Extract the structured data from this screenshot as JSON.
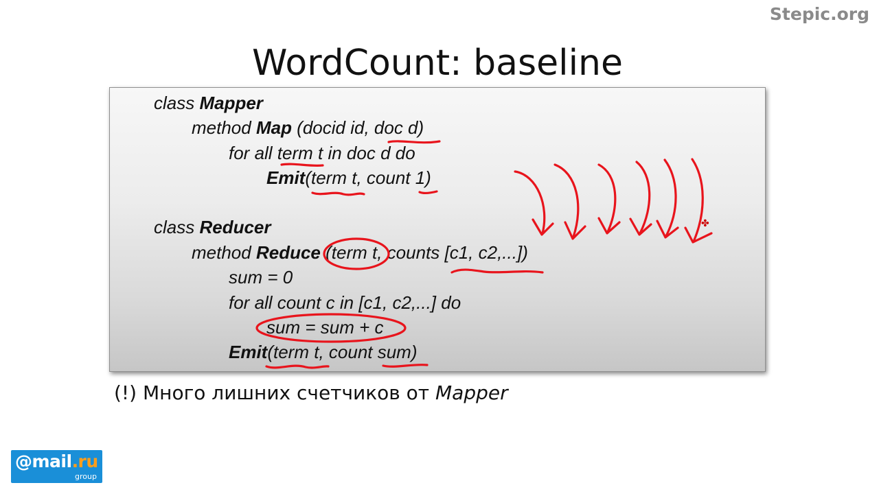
{
  "watermark": "Stepic.org",
  "title": "WordCount: baseline",
  "code": {
    "mapper": {
      "class_prefix": "class ",
      "class_name": "Mapper",
      "method_prefix": "method ",
      "method_name": "Map",
      "method_args": " (docid id, doc d)",
      "loop": "for all term t in doc d do",
      "emit_name": "Emit",
      "emit_args": "(term t, count 1)"
    },
    "reducer": {
      "class_prefix": "class ",
      "class_name": "Reducer",
      "method_prefix": "method ",
      "method_name": "Reduce",
      "method_args": " (term t, counts [c1, c2,...])",
      "init": "sum = 0",
      "loop": "for all count c in [c1, c2,...] do",
      "body": "sum = sum + c",
      "emit_name": "Emit",
      "emit_args": "(term t, count sum)"
    }
  },
  "note": {
    "text": "(!) Много лишних счетчиков от ",
    "emphasis": "Mapper"
  },
  "logo": {
    "main": "@mail",
    "dot_ru": ".ru",
    "sub": "group"
  },
  "colors": {
    "annotation": "#e8141c",
    "logo_background": "#1a8fd8",
    "logo_accent": "#ff9e1b",
    "watermark": "#8a8a8a"
  },
  "icons": {
    "cursor": "crosshair-cursor-icon"
  }
}
